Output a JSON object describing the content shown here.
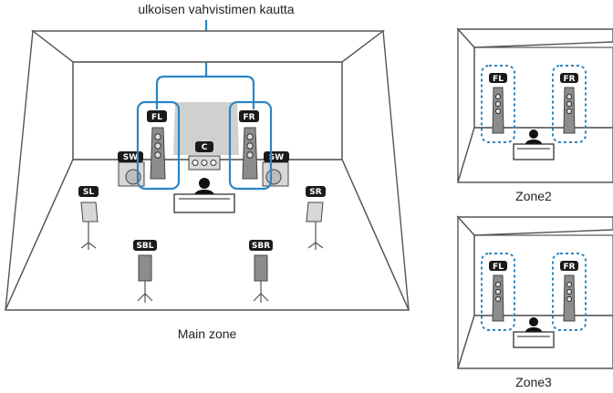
{
  "top_caption": "ulkoisen vahvistimen kautta",
  "main_zone": {
    "caption": "Main zone",
    "speakers": {
      "fl": "FL",
      "fr": "FR",
      "c": "C",
      "sw_left": "SW",
      "sw_right": "SW",
      "sl": "SL",
      "sr": "SR",
      "sbl": "SBL",
      "sbr": "SBR"
    }
  },
  "zone2": {
    "caption": "Zone2",
    "fl": "FL",
    "fr": "FR"
  },
  "zone3": {
    "caption": "Zone3",
    "fl": "FL",
    "fr": "FR"
  },
  "colors": {
    "highlight": "#2b85c5",
    "tag": "#1a1a1a",
    "wall": "#555555"
  }
}
